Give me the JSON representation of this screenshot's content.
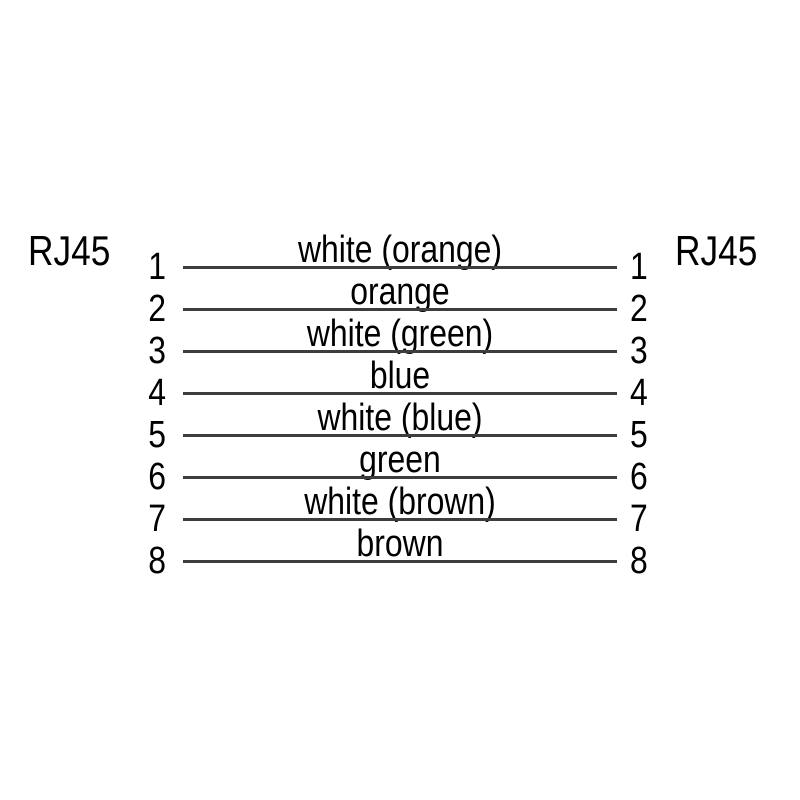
{
  "diagram": {
    "type": "rj45-straight-through-pinout",
    "left_connector_label": "RJ45",
    "right_connector_label": "RJ45",
    "colors": {
      "background": "#ffffff",
      "text": "#000000",
      "wire_line": "#3d3d3d"
    },
    "pins": [
      {
        "left_pin": "1",
        "right_pin": "1",
        "wire": "white (orange)"
      },
      {
        "left_pin": "2",
        "right_pin": "2",
        "wire": "orange"
      },
      {
        "left_pin": "3",
        "right_pin": "3",
        "wire": "white (green)"
      },
      {
        "left_pin": "4",
        "right_pin": "4",
        "wire": "blue"
      },
      {
        "left_pin": "5",
        "right_pin": "5",
        "wire": "white (blue)"
      },
      {
        "left_pin": "6",
        "right_pin": "6",
        "wire": "green"
      },
      {
        "left_pin": "7",
        "right_pin": "7",
        "wire": "white (brown)"
      },
      {
        "left_pin": "8",
        "right_pin": "8",
        "wire": "brown"
      }
    ]
  }
}
